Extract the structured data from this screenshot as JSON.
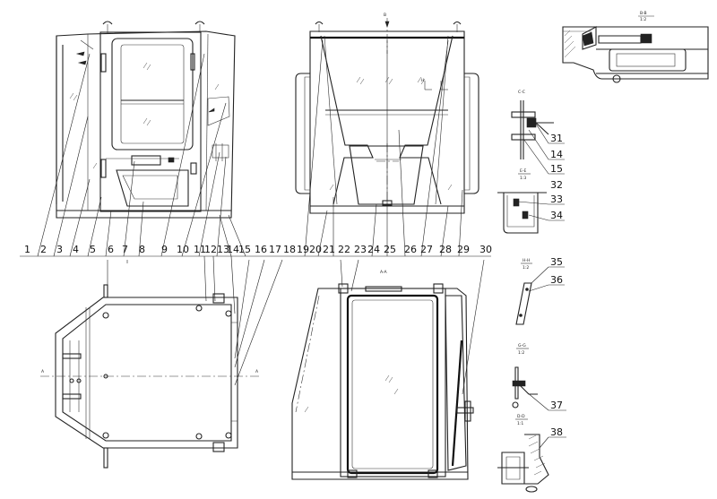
{
  "part_numbers": [
    "1",
    "2",
    "3",
    "4",
    "5",
    "6",
    "7",
    "8",
    "9",
    "10",
    "11",
    "12",
    "13",
    "14",
    "15",
    "16",
    "17",
    "18",
    "19",
    "20",
    "21",
    "22",
    "23",
    "24",
    "25",
    "26",
    "27",
    "28",
    "29",
    "30",
    "31",
    "32",
    "33",
    "34",
    "35",
    "36",
    "37",
    "38"
  ],
  "section_labels": {
    "b_b": "B-B",
    "b_b_scale": "1:2",
    "c_c": "C-C",
    "e_e": "E-E",
    "e_e_scale": "1:3",
    "h_h": "H-H",
    "h_h_scale": "1:2",
    "g_g": "G-G",
    "g_g_scale": "1:2",
    "d_d": "D-D",
    "d_d_scale": "1:1",
    "a_a": "A-A",
    "cut_a_left": "A",
    "cut_a_right": "A",
    "cut_b": "B",
    "cut_h": "H",
    "cut_e": "E"
  }
}
